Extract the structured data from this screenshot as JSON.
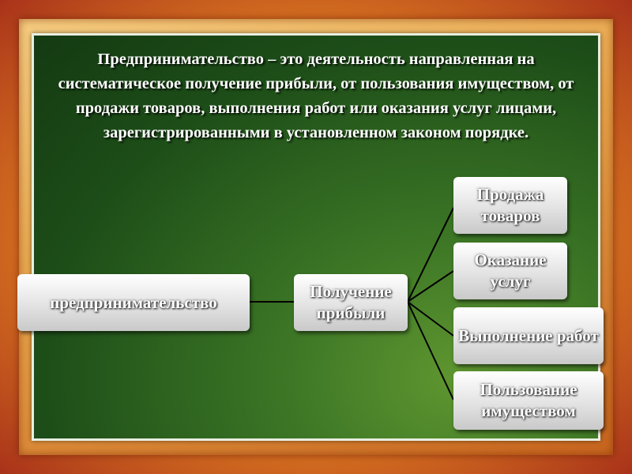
{
  "definition": {
    "text": "Предпринимательство – это деятельность направленная на систематическое получение прибыли, от пользования имуществом, от продажи товаров, выполнения работ или оказания услуг  лицами, зарегистрированными в установленном законом порядке."
  },
  "diagram": {
    "root": {
      "label": "предпринимательство"
    },
    "middle": {
      "label": "Получение прибыли"
    },
    "leaves": [
      {
        "label": "Продажа товаров"
      },
      {
        "label": "Оказание услуг"
      },
      {
        "label": "Выполнение работ"
      },
      {
        "label": "Пользование имуществом"
      }
    ]
  },
  "colors": {
    "board_green": "#1d4d18",
    "frame_orange": "#e07f22",
    "connector": "#000000"
  }
}
